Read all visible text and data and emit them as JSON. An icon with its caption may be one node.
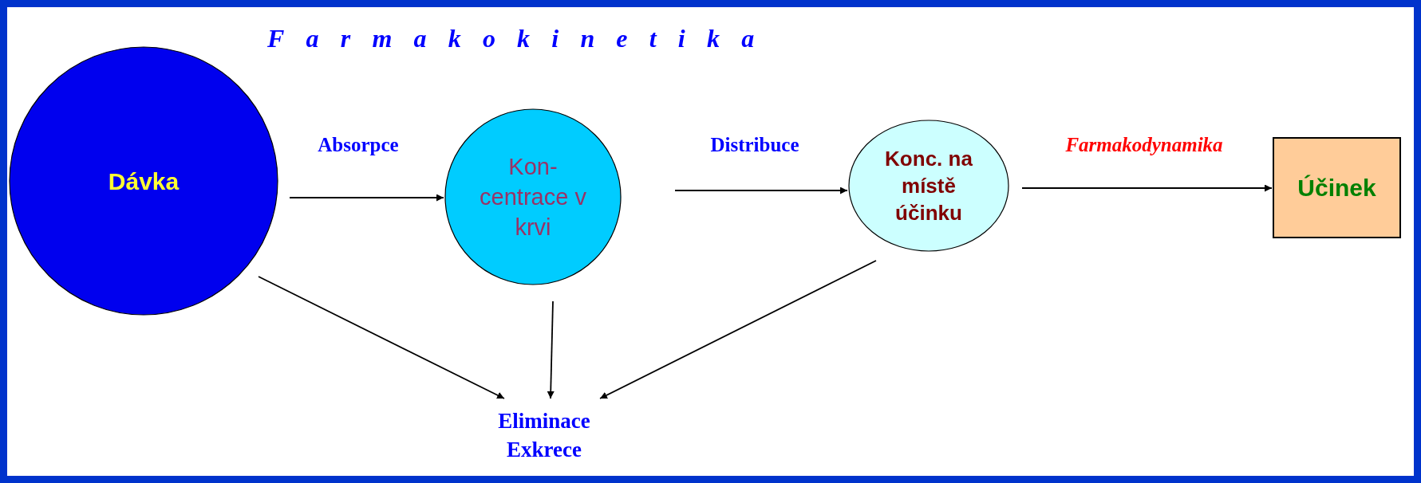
{
  "diagram": {
    "title": "Farmakokinetika",
    "nodes": [
      {
        "text": [
          "Dávka"
        ]
      },
      {
        "text": [
          "Kon- centrace v krvi"
        ]
      },
      {
        "text": [
          "Konc. na místě účinku"
        ]
      },
      {
        "text": [
          "Účinek"
        ]
      },
      {
        "text": [
          "Eliminace Exkrece"
        ]
      }
    ],
    "edges": [
      {
        "from": 0,
        "to": 1,
        "arrow": "to",
        "label": "Absorpce"
      },
      {
        "from": 1,
        "to": 2,
        "arrow": "to",
        "label": "Distribuce"
      },
      {
        "from": 2,
        "to": 3,
        "arrow": "to",
        "label": "Farmakodynamika"
      },
      {
        "from": 0,
        "to": 4,
        "arrow": "to"
      },
      {
        "from": 1,
        "to": 4,
        "arrow": "to"
      },
      {
        "from": 2,
        "to": 4,
        "arrow": "to"
      }
    ]
  }
}
